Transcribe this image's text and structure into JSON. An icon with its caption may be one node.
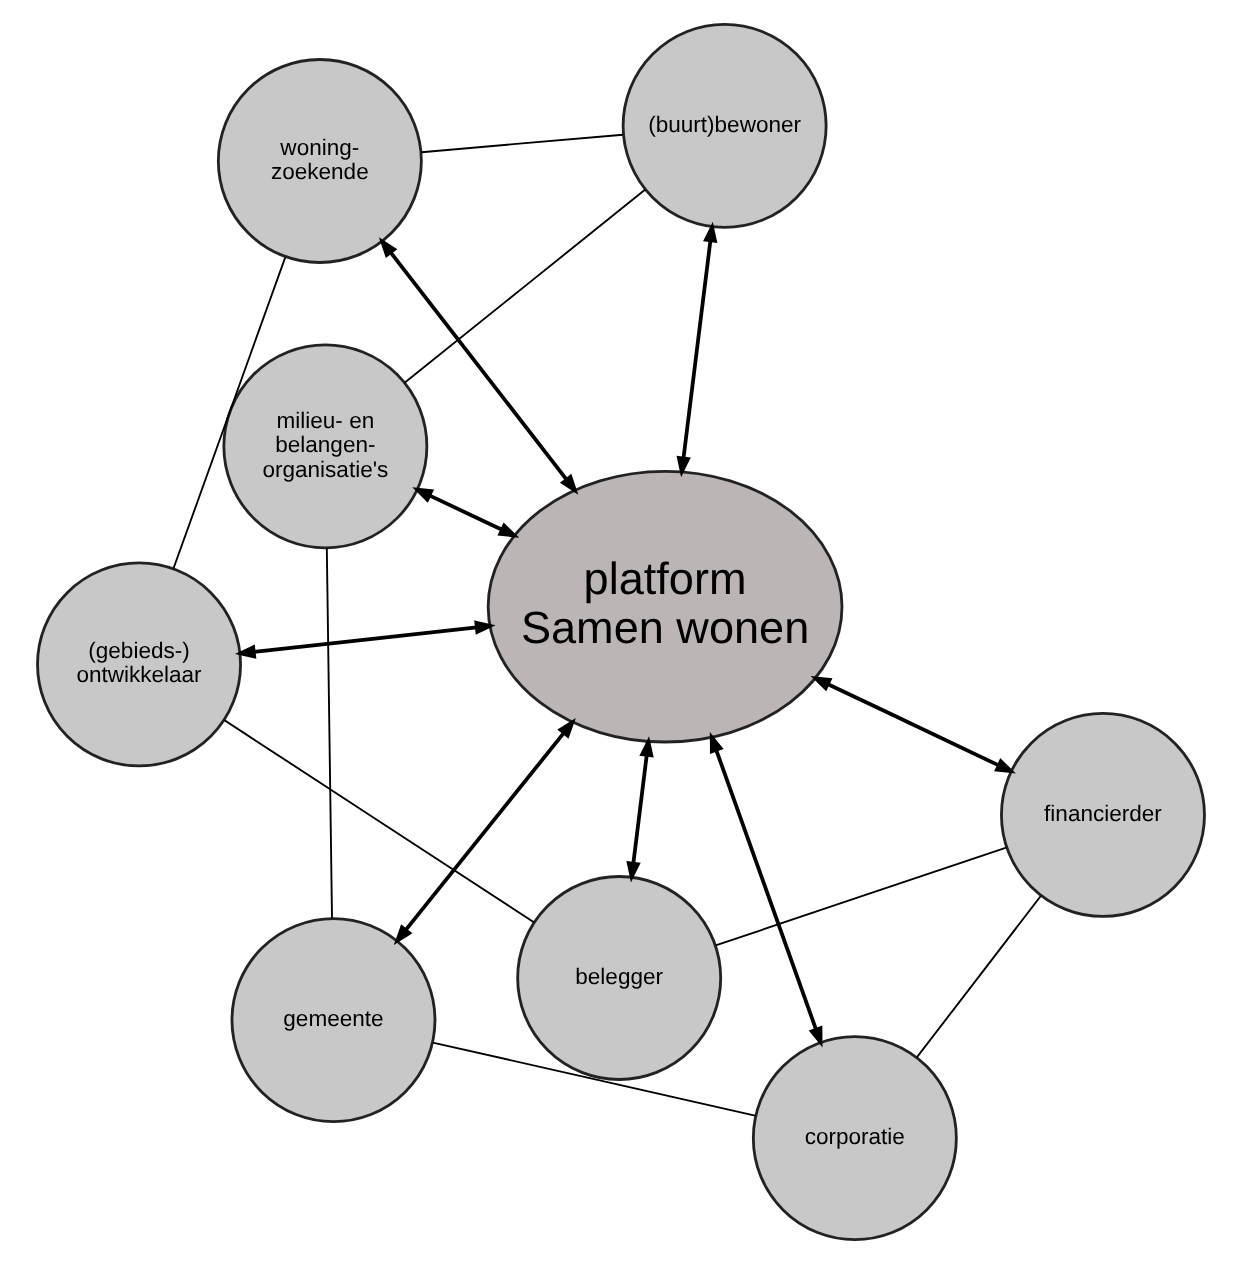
{
  "diagram": {
    "nodes": [
      {
        "text": [
          "milieu- en belangen- organisatie's"
        ]
      },
      {
        "text": [
          "(buurt)bewoner"
        ]
      },
      {
        "text": [
          "gemeente"
        ]
      },
      {
        "text": [
          "woning- zoekende"
        ]
      },
      {
        "text": [
          "platform Samen wonen"
        ]
      },
      {
        "text": [
          "corporatie"
        ]
      },
      {
        "text": [
          "(gebieds-) ontwikkelaar"
        ]
      },
      {
        "text": [
          "financierder"
        ]
      },
      {
        "text": [
          "belegger"
        ]
      }
    ],
    "edges": [
      {
        "from": 4,
        "to": 0,
        "arrow": "both"
      },
      {
        "from": 4,
        "to": 2,
        "arrow": "both"
      },
      {
        "from": 4,
        "to": 5,
        "arrow": "both"
      },
      {
        "from": 4,
        "to": 7,
        "arrow": "both"
      },
      {
        "from": 4,
        "to": 8,
        "arrow": "both"
      },
      {
        "from": 4,
        "to": 6,
        "arrow": "both"
      },
      {
        "from": 4,
        "to": 3,
        "arrow": "both"
      },
      {
        "from": 4,
        "to": 1,
        "arrow": "both"
      },
      {
        "from": 0,
        "to": 2,
        "arrow": "none"
      },
      {
        "from": 2,
        "to": 5,
        "arrow": "none"
      },
      {
        "from": 5,
        "to": 7,
        "arrow": "none"
      },
      {
        "from": 7,
        "to": 8,
        "arrow": "none"
      },
      {
        "from": 8,
        "to": 6,
        "arrow": "none"
      },
      {
        "from": 6,
        "to": 3,
        "arrow": "none"
      },
      {
        "from": 3,
        "to": 1,
        "arrow": "none"
      },
      {
        "from": 1,
        "to": 0,
        "arrow": "none"
      }
    ]
  }
}
